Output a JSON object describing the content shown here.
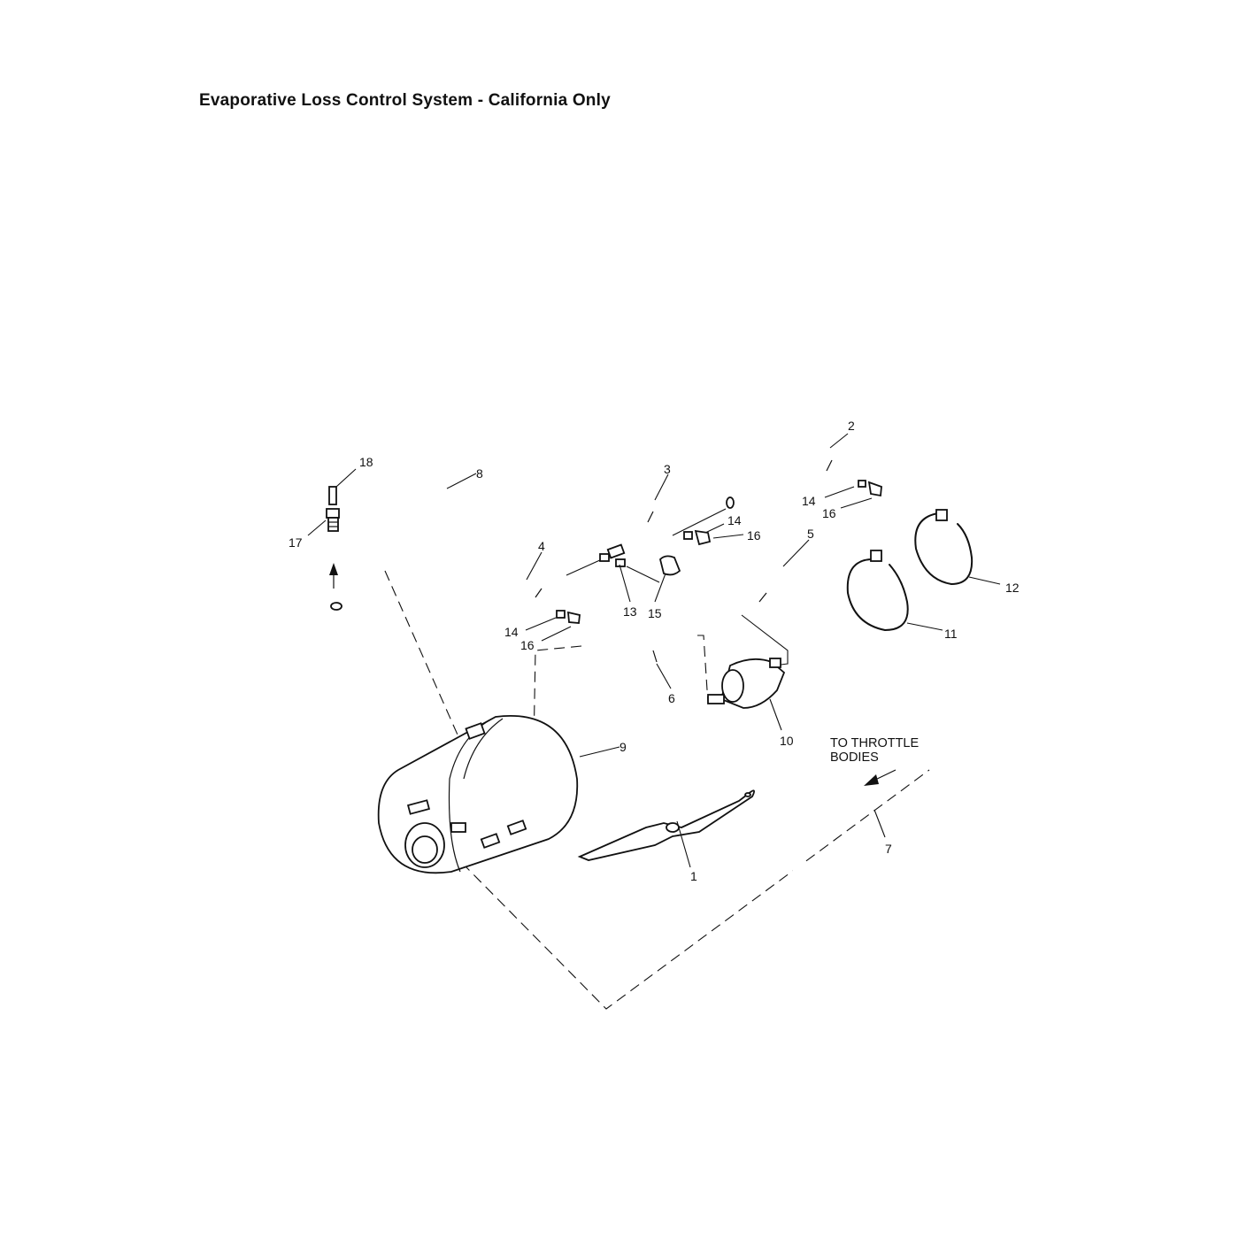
{
  "title": "Evaporative Loss Control System - California Only",
  "callouts": {
    "c1": "1",
    "c2": "2",
    "c3": "3",
    "c4": "4",
    "c5": "5",
    "c6": "6",
    "c7": "7",
    "c8": "8",
    "c9": "9",
    "c10": "10",
    "c11": "11",
    "c12": "12",
    "c13": "13",
    "c14a": "14",
    "c14b": "14",
    "c14c": "14",
    "c15": "15",
    "c16a": "16",
    "c16b": "16",
    "c16c": "16",
    "c17": "17",
    "c18": "18"
  },
  "note": {
    "line1": "TO THROTTLE",
    "line2": "BODIES"
  }
}
